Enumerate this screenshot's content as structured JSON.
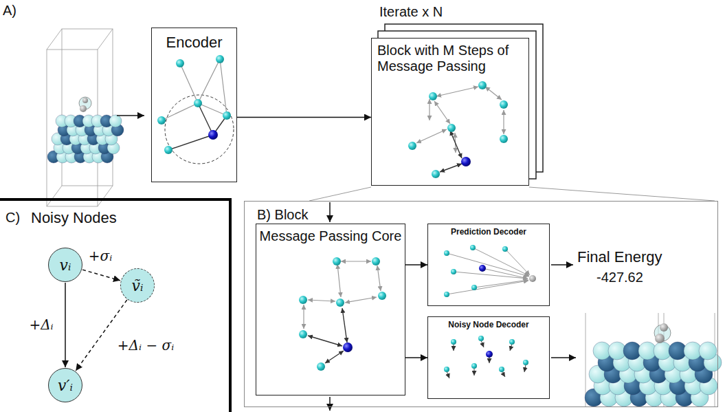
{
  "diagram": {
    "nodes": [
      {
        "text": [
          "Encoder"
        ]
      },
      {
        "text": [
          "Block with M Steps of Message Passing"
        ]
      },
      {
        "text": [
          "B) Block"
        ]
      },
      {
        "text": [
          "Message Passing Core"
        ],
        "in": 2
      },
      {
        "text": [
          "Prediction Decoder"
        ],
        "in": 2
      },
      {
        "text": [
          "Noisy Node Decoder"
        ],
        "in": 2
      },
      {
        "text": [
          "vᵢ"
        ]
      },
      {
        "text": [
          "ṽᵢ"
        ]
      },
      {
        "text": [
          "v′ᵢ"
        ]
      }
    ],
    "edges": [
      {
        "from": 0,
        "to": 1,
        "arrow": "to"
      },
      {
        "from": 3,
        "to": 4,
        "arrow": "to"
      },
      {
        "from": 3,
        "to": 5,
        "arrow": "to"
      },
      {
        "from": 6,
        "to": 7,
        "label": "+σᵢ",
        "arrow": "to"
      },
      {
        "from": 6,
        "to": 8,
        "label": "+Δᵢ",
        "arrow": "to"
      },
      {
        "from": 7,
        "to": 8,
        "label": "+Δᵢ − σᵢ",
        "arrow": "to"
      }
    ],
    "labels": [
      "A)",
      "Iterate x N",
      "C)",
      "Noisy Nodes",
      "Final Energy",
      "-427.62"
    ]
  }
}
